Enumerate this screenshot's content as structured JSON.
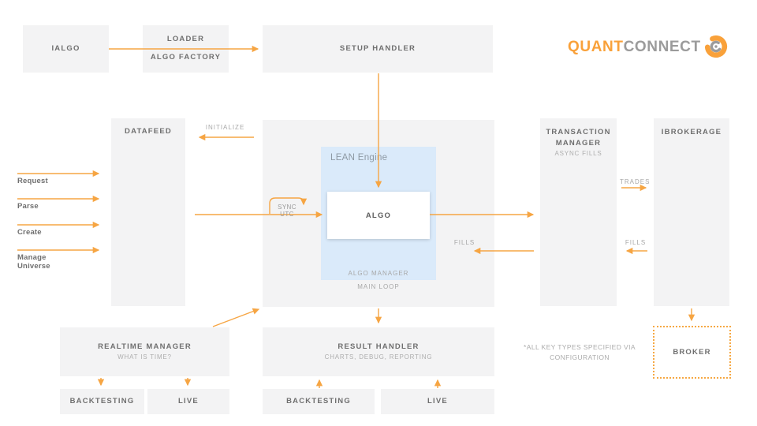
{
  "colors": {
    "arrow_orange": "#f6a543",
    "logo_orange": "#f9a13a",
    "logo_gray": "#9b9b9b",
    "box_bg": "#f3f3f4",
    "lean_blue_bg": "#daeafa",
    "title_gray": "#6f6f6f",
    "subtitle_gray": "#aeaeae"
  },
  "logo": {
    "text_primary": "QUANT",
    "text_secondary": "CONNECT"
  },
  "top_row": {
    "ialgo": "IALGO",
    "loader": "LOADER",
    "algo_factory": "ALGO FACTORY",
    "setup_handler": "SETUP HANDLER"
  },
  "left_panel": {
    "datafeed": "DATAFEED",
    "initialize": "INITIALIZE",
    "actions": [
      "Request",
      "Parse",
      "Create",
      "Manage Universe"
    ]
  },
  "engine": {
    "lean_title": "LEAN Engine",
    "algo": "ALGO",
    "algo_manager": "ALGO MANAGER",
    "main_loop": "MAIN LOOP",
    "sync_utc": "SYNC UTC",
    "fills": "FILLS"
  },
  "right_panel": {
    "transaction_manager_line1": "TRANSACTION",
    "transaction_manager_line2": "MANAGER",
    "async_fills": "ASYNC FILLS",
    "ibrokerage": "IBROKERAGE",
    "trades": "TRADES",
    "fills": "FILLS",
    "broker": "BROKER"
  },
  "bottom": {
    "realtime_manager": "REALTIME MANAGER",
    "what_is_time": "WHAT IS TIME?",
    "result_handler": "RESULT HANDLER",
    "charts_debug": "CHARTS, DEBUG, REPORTING",
    "backtesting_left": "BACKTESTING",
    "live_left": "LIVE",
    "backtesting_center": "BACKTESTING",
    "live_center": "LIVE",
    "note_line1": "*ALL KEY TYPES SPECIFIED VIA",
    "note_line2": "CONFIGURATION"
  }
}
